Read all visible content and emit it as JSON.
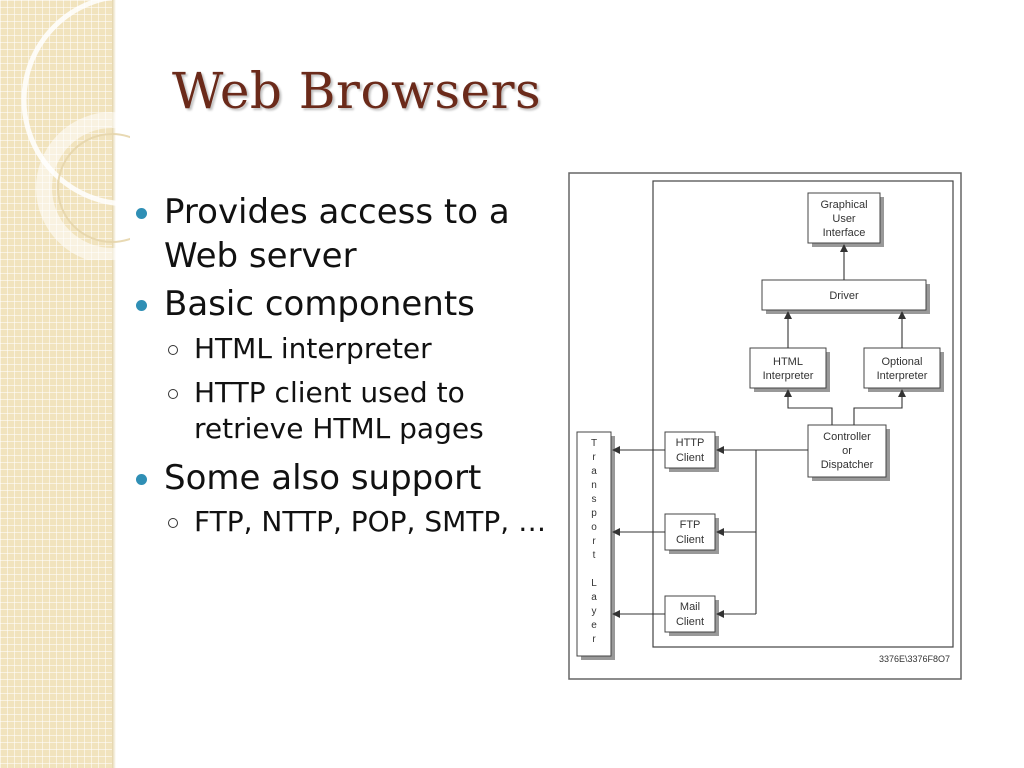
{
  "slide": {
    "title": "Web Browsers"
  },
  "bullets": [
    {
      "level": 1,
      "text": "Provides access to a Web server"
    },
    {
      "level": 1,
      "text": "Basic components"
    },
    {
      "level": 2,
      "text": "HTML interpreter"
    },
    {
      "level": 2,
      "text": "HTTP client used to retrieve HTML pages"
    },
    {
      "level": 1,
      "text": "Some also support"
    },
    {
      "level": 2,
      "text": "FTP, NTTP, POP, SMTP, …"
    }
  ],
  "diagram": {
    "gui": [
      "Graphical",
      "User",
      "Interface"
    ],
    "driver": "Driver",
    "html_interpreter": [
      "HTML",
      "Interpreter"
    ],
    "optional_interpreter": [
      "Optional",
      "Interpreter"
    ],
    "controller": [
      "Controller",
      "or",
      "Dispatcher"
    ],
    "http_client": [
      "HTTP",
      "Client"
    ],
    "ftp_client": [
      "FTP",
      "Client"
    ],
    "mail_client": [
      "Mail",
      "Client"
    ],
    "transport": [
      "T",
      "r",
      "a",
      "n",
      "s",
      "p",
      "o",
      "r",
      "t",
      "",
      "L",
      "a",
      "y",
      "e",
      "r"
    ],
    "figure_id": "3376E\\3376F8O7"
  },
  "colors": {
    "title": "#6b2a1a",
    "bullet": "#2f8fb5",
    "band": "#f1e3bd"
  }
}
